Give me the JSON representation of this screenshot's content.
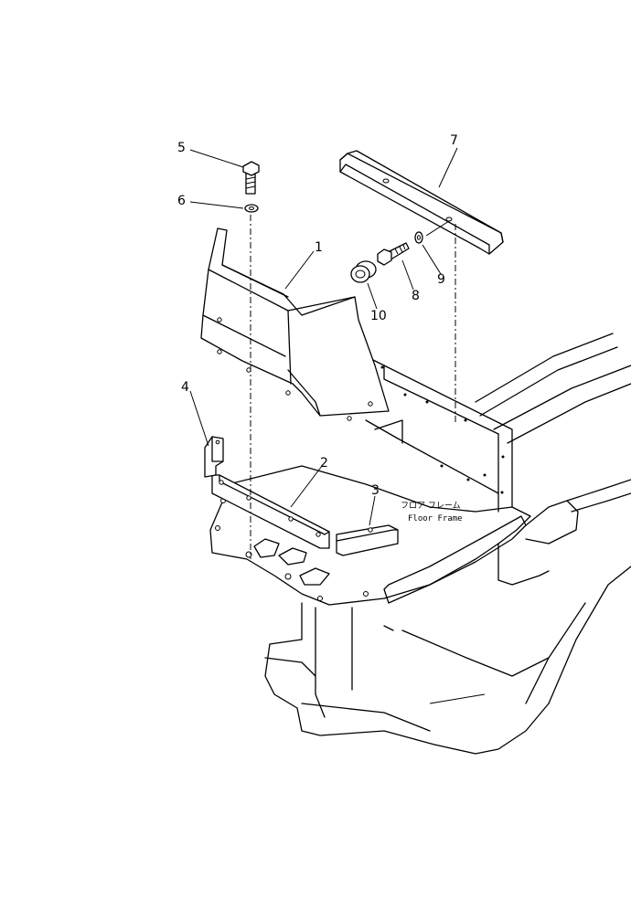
{
  "callouts": [
    {
      "id": "1",
      "label": "1"
    },
    {
      "id": "2",
      "label": "2"
    },
    {
      "id": "3",
      "label": "3"
    },
    {
      "id": "4",
      "label": "4"
    },
    {
      "id": "5",
      "label": "5"
    },
    {
      "id": "6",
      "label": "6"
    },
    {
      "id": "7",
      "label": "7"
    },
    {
      "id": "8",
      "label": "8"
    },
    {
      "id": "9",
      "label": "9"
    },
    {
      "id": "10",
      "label": "10"
    }
  ],
  "frame_label": {
    "japanese": "フロア フレーム",
    "english": "Floor Frame"
  }
}
